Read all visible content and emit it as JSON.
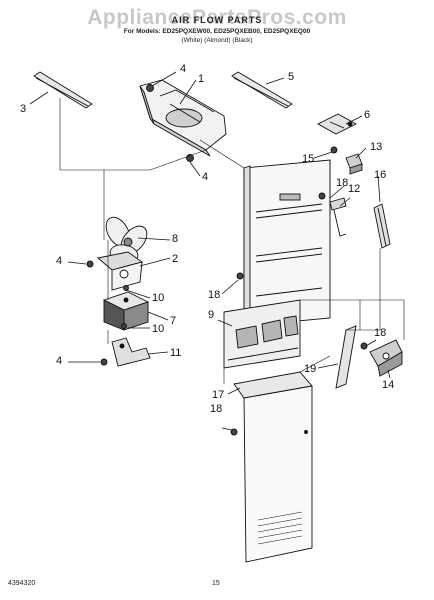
{
  "watermark": "AppliancePartsPros.com",
  "header": {
    "title": "AIR FLOW PARTS",
    "models": "For Models: ED25PQXEW00, ED25PQXEB00, ED25PQXEQ00",
    "colors": "(White)      (Almond)      (Black)"
  },
  "footer": {
    "doc_number": "4394320",
    "page": "15"
  },
  "callouts": {
    "c1": "1",
    "c2": "2",
    "c3": "3",
    "c4a": "4",
    "c4b": "4",
    "c4c": "4",
    "c4d": "4",
    "c5": "5",
    "c6": "6",
    "c7": "7",
    "c8": "8",
    "c9": "9",
    "c10a": "10",
    "c10b": "10",
    "c11": "11",
    "c12": "12",
    "c13": "13",
    "c14": "14",
    "c15": "15",
    "c16": "16",
    "c17": "17",
    "c18a": "18",
    "c18b": "18",
    "c18c": "18",
    "c18d": "18",
    "c19": "19"
  }
}
